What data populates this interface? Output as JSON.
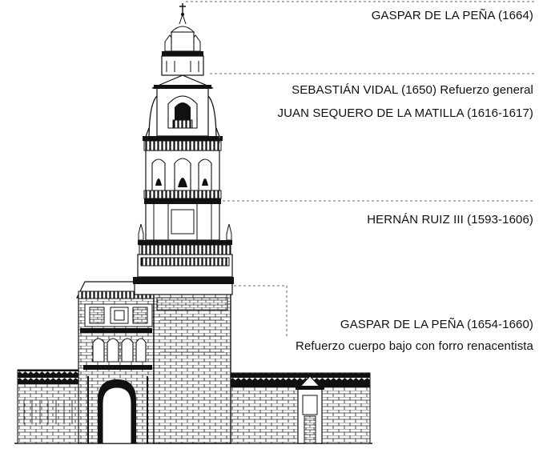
{
  "annotations": [
    {
      "id": "gaspar-1664",
      "lines": [
        "GASPAR DE LA PEÑA (1664)"
      ]
    },
    {
      "id": "vidal-sequero",
      "lines": [
        "SEBASTIÁN VIDAL (1650) Refuerzo general",
        "JUAN SEQUERO DE LA MATILLA (1616-1617)"
      ]
    },
    {
      "id": "hernan-ruiz",
      "lines": [
        "HERNÁN RUIZ III  (1593-1606)"
      ]
    },
    {
      "id": "gaspar-1654",
      "lines": [
        "GASPAR DE LA PEÑA (1654-1660)",
        "Refuerzo cuerpo bajo con forro renacentista"
      ]
    }
  ],
  "colors": {
    "ink": "#111111",
    "background": "#ffffff",
    "leader": "#666666"
  }
}
